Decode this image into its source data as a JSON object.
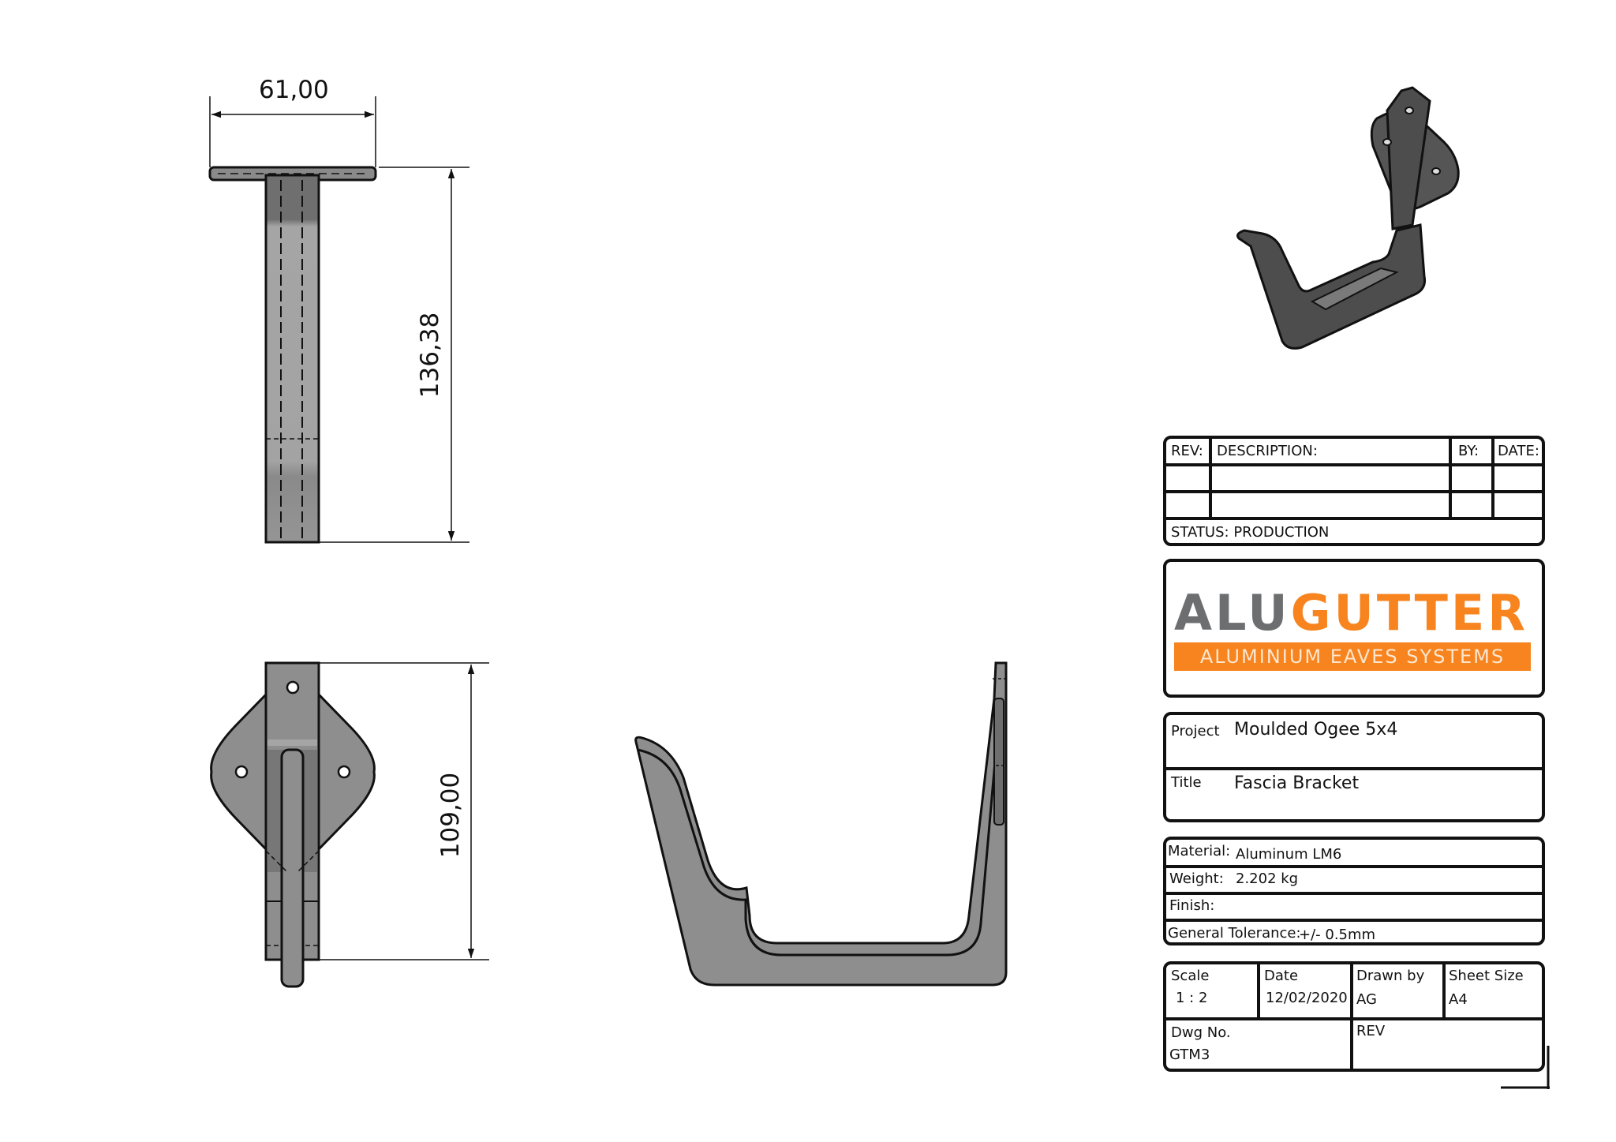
{
  "drawing": {
    "views": {
      "top_view": {
        "dimensions": {
          "width": "61,00",
          "height": "136,38"
        }
      },
      "front_view": {
        "dimensions": {
          "height": "109,00"
        }
      },
      "side_view": {},
      "isometric_view": {}
    },
    "colors": {
      "part_fill": "#8e8e8e",
      "part_fill_light": "#a3a3a3",
      "part_fill_dark": "#6e6e6e",
      "iso_fill": "#4d4d4d",
      "outline": "#111111",
      "logo_gray": "#6d6e70",
      "logo_orange": "#f7841e"
    }
  },
  "revision_table": {
    "headers": {
      "rev": "REV:",
      "description": "DESCRIPTION:",
      "by": "BY:",
      "date": "DATE:"
    },
    "rows": [
      {
        "rev": "",
        "description": "",
        "by": "",
        "date": ""
      },
      {
        "rev": "",
        "description": "",
        "by": "",
        "date": ""
      }
    ],
    "status": "STATUS: PRODUCTION"
  },
  "logo": {
    "alu": "ALU",
    "gutter": "GUTTER",
    "tagline": "ALUMINIUM EAVES SYSTEMS"
  },
  "project_block": {
    "project_label": "Project",
    "project_value": "Moulded Ogee 5x4",
    "title_label": "Title",
    "title_value": "Fascia Bracket"
  },
  "material_block": {
    "material_label": "Material:",
    "material_value": "Aluminum LM6",
    "weight_label": "Weight:",
    "weight_value": "2.202 kg",
    "finish_label": "Finish:",
    "finish_value": "",
    "tolerance_label": "General Tolerance:",
    "tolerance_value": "+/- 0.5mm"
  },
  "info_block": {
    "scale_label": "Scale",
    "scale_value": "1 : 2",
    "date_label": "Date",
    "date_value": "12/02/2020",
    "drawn_by_label": "Drawn by",
    "drawn_by_value": "AG",
    "sheet_size_label": "Sheet Size",
    "sheet_size_value": "A4",
    "dwg_no_label": "Dwg No.",
    "dwg_no_value": "GTM3",
    "rev_label": "REV",
    "rev_value": ""
  }
}
